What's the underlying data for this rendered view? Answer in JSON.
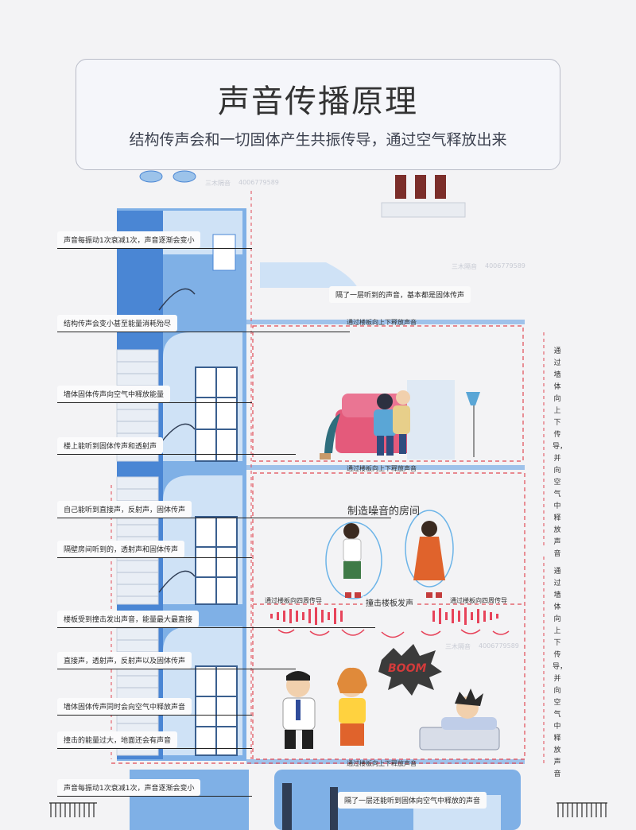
{
  "header": {
    "title": "声音传播原理",
    "subtitle": "结构传声会和一切固体产生共振传导，通过空气释放出来"
  },
  "callouts": [
    "声音每振动1次衰减1次，声音逐渐会变小",
    "结构传声会变小甚至能量消耗殆尽",
    "墙体固体传声向空气中释放能量",
    "楼上能听到固体传声和透射声",
    "自己能听到直接声，反射声，固体传声",
    "隔壁房间听到的，透射声和固体传声",
    "楼板受到撞击发出声音，能量最大最直接",
    "直接声，透射声，反射声以及固体传声",
    "墙体固体传声同时会向空气中释放声音",
    "撞击的能量过大，地面还会有声音",
    "声音每振动1次衰减1次，声音逐渐会变小"
  ],
  "notes": {
    "upper_floor": "隔了一层听到的声音，基本都是固体传声",
    "lower_floor": "隔了一层还能听到固体向空气中释放的声音"
  },
  "flows": {
    "slab_up_down_1": "通过楼板向上下释放声音",
    "slab_up_down_2": "通过楼板向上下释放声音",
    "slab_up_down_3": "通过楼板向上下释放声音",
    "slab_around_left": "通过楼板向四周传导",
    "slab_around_right": "通过楼板向四周传导",
    "impact": "撞击楼板发声"
  },
  "room_title": "制造噪音的房间",
  "boom_text": "BOOM",
  "vertical_labels": {
    "upper": "通过墙体向上下传导，并向空气中释放声音",
    "lower": "通过墙体向上下传导，并向空气中释放声音"
  },
  "watermarks": [
    "三木隔音",
    "4006779589"
  ],
  "colors": {
    "blue_dark": "#4a86d4",
    "blue_mid": "#7fb0e6",
    "blue_light": "#cfe2f6",
    "red_dashed": "#e24a55",
    "sofa_pink": "#e45a7b",
    "wave_red": "#e7435a"
  }
}
